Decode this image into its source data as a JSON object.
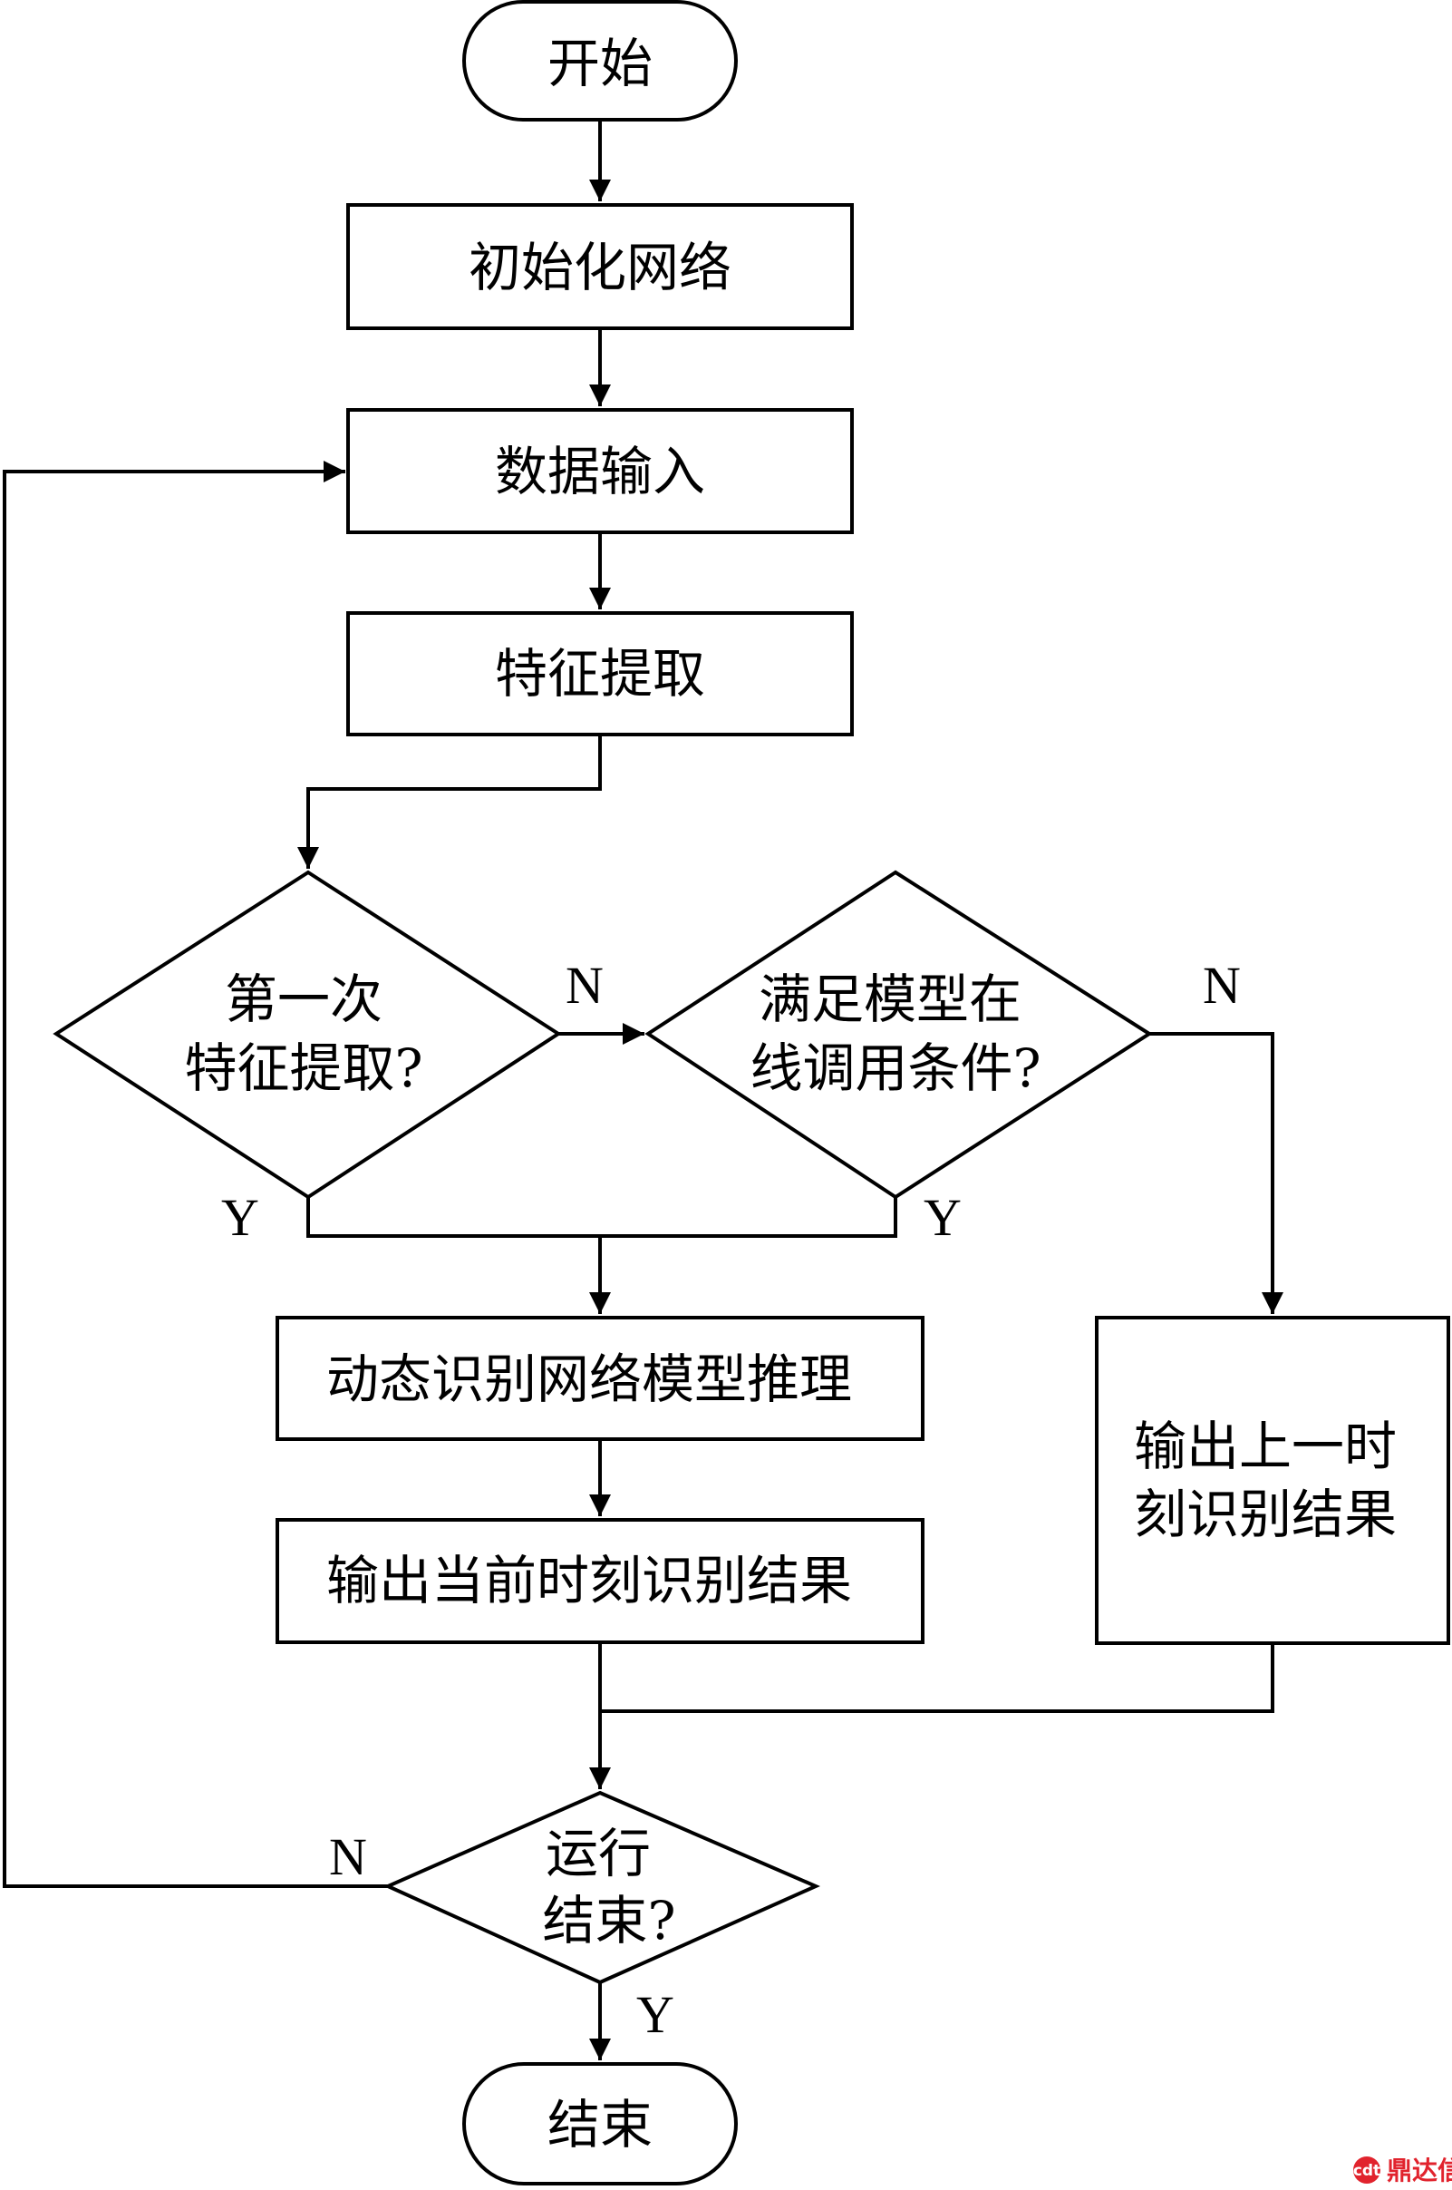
{
  "nodes": {
    "start": "开始",
    "init": "初始化网络",
    "input": "数据输入",
    "extract": "特征提取",
    "first_check": [
      "第一次",
      "特征提取?"
    ],
    "online_check": [
      "满足模型在",
      "线调用条件?"
    ],
    "infer": "动态识别网络模型推理",
    "output_current": "输出当前时刻识别结果",
    "output_prev": [
      "输出上一时",
      "刻识别结果"
    ],
    "end_check": [
      "运行",
      "结束?"
    ],
    "end": "结束"
  },
  "branch_labels": {
    "first_check_no": "N",
    "first_check_yes": "Y",
    "online_check_no": "N",
    "online_check_yes": "Y",
    "end_check_no": "N",
    "end_check_yes": "Y"
  },
  "watermark": {
    "icon": "cdt-logo-icon",
    "icon_text": "cdt",
    "text": "鼎达信",
    "color": "#e1232d"
  }
}
